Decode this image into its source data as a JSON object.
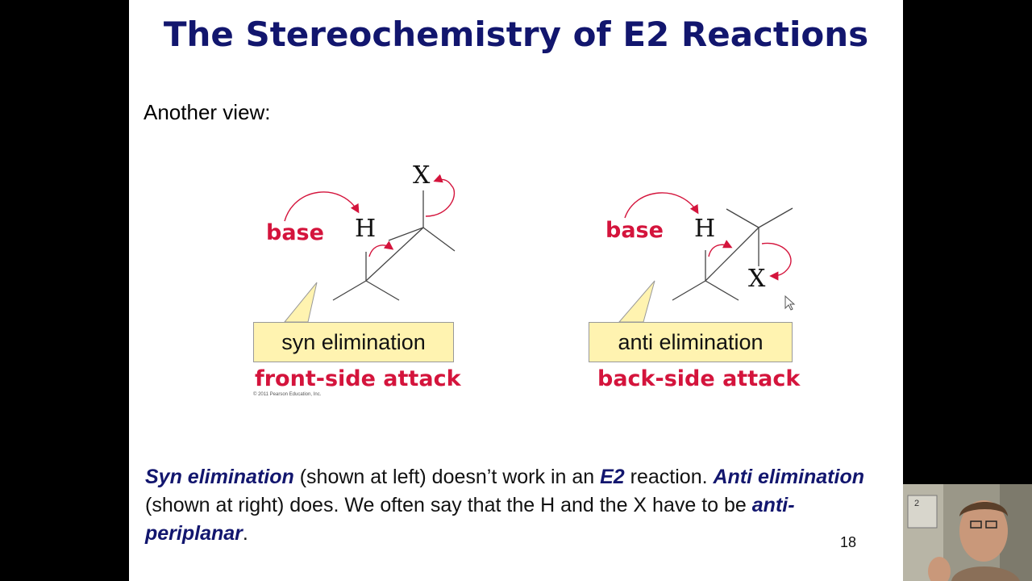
{
  "slide": {
    "title": "The Stereochemistry of E2 Reactions",
    "subheading": "Another view:",
    "left_figure": {
      "base_label": "base",
      "h_label": "H",
      "x_label": "X",
      "box_label": "syn elimination",
      "caption": "front-side attack",
      "copyright": "© 2011 Pearson Education, Inc."
    },
    "right_figure": {
      "base_label": "base",
      "h_label": "H",
      "x_label": "X",
      "box_label": "anti elimination",
      "caption": "back-side attack"
    },
    "body": {
      "p1": "Syn elimination",
      "p2": " (shown at left) doesn’t work in an ",
      "p3": "E2",
      "p4": " reaction.  ",
      "p5": "Anti elimination",
      "p6": " (shown at right) does.  We often say that the H and the X have to be ",
      "p7": "anti-periplanar",
      "p8": "."
    },
    "slide_number": "18",
    "colors": {
      "title": "#12166e",
      "accent_red": "#d4143c",
      "callout": "#fff3b0"
    }
  },
  "webcam": {
    "badge": "2"
  }
}
